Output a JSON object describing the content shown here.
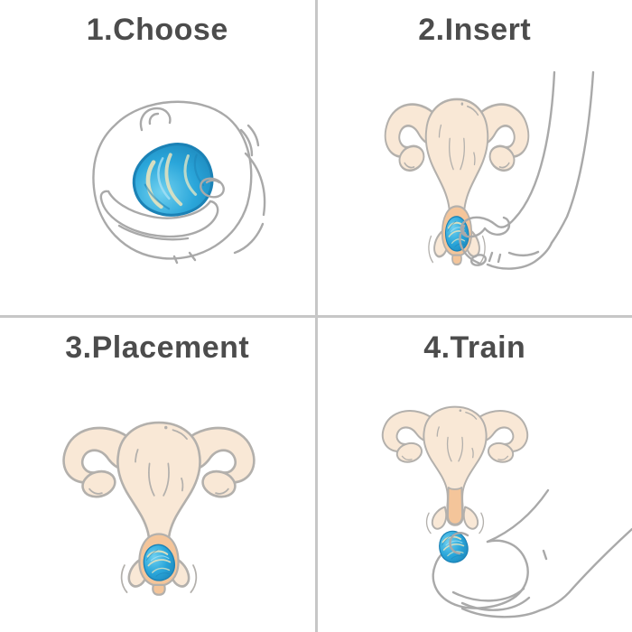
{
  "figure": {
    "name": "kegel-egg-usage-instructions",
    "background": "#ffffff",
    "divider_color": "#c7c7c7",
    "title_color": "#4c4c4c",
    "steps": [
      {
        "number": "1",
        "label": "1.Choose",
        "illustration": "hand-holding-blue-kegel-egg"
      },
      {
        "number": "2",
        "label": "2.Insert",
        "illustration": "uterus-diagram-with-egg-at-vaginal-opening-and-reaching-hand"
      },
      {
        "number": "3",
        "label": "3.Placement",
        "illustration": "uterus-diagram-with-egg-placed-inside-vagina"
      },
      {
        "number": "4",
        "label": "4.Train",
        "illustration": "uterus-diagram-with-open-canal-and-hand-catching-egg-below"
      }
    ],
    "colors": {
      "egg_blue": "#2aa6da",
      "egg_blue_light": "#6fd0ef",
      "egg_blue_dark": "#1d88bc",
      "egg_streak_cream": "#e9e3bd",
      "anatomy_fill": "#f9e8d6",
      "vaginal_canal_fill": "#f4c59a",
      "anatomy_outline": "#b3b0ac",
      "hand_outline": "#a9a9a9"
    }
  }
}
